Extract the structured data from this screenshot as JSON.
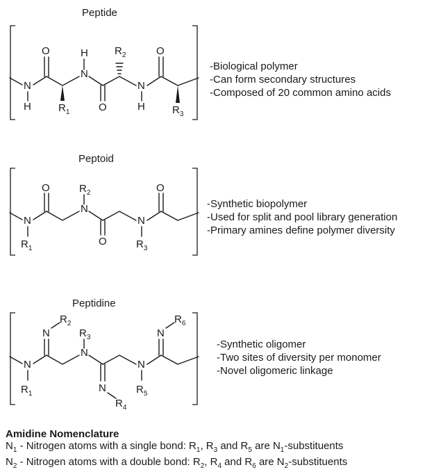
{
  "panels": [
    {
      "title": "Peptide",
      "bullets": [
        "-Biological polymer",
        "-Can form secondary structures",
        "-Composed of 20 common amino acids"
      ]
    },
    {
      "title": "Peptoid",
      "bullets": [
        "-Synthetic biopolymer",
        "-Used for split and pool library generation",
        "-Primary amines define polymer diversity"
      ]
    },
    {
      "title": "Peptidine",
      "bullets": [
        "-Synthetic oligomer",
        "-Two sites of diversity per monomer",
        "-Novel oligomeric linkage"
      ]
    }
  ],
  "nomenclature": {
    "heading": "Amidine Nomenclature",
    "lines": [
      {
        "prefix": "N",
        "sub": "1",
        "text": " - Nitrogen atoms with a single bond:  R",
        "items": [
          "1",
          "3",
          "5"
        ],
        "suffix_sub": "1",
        "suffix": "-substituents"
      },
      {
        "prefix": "N",
        "sub": "2",
        "text": " - Nitrogen atoms with a double bond: R",
        "items": [
          "2",
          "4",
          "6"
        ],
        "suffix_sub": "2",
        "suffix": "-substituents"
      }
    ]
  },
  "atoms": {
    "N": "N",
    "O": "O",
    "H": "H",
    "R": "R"
  }
}
